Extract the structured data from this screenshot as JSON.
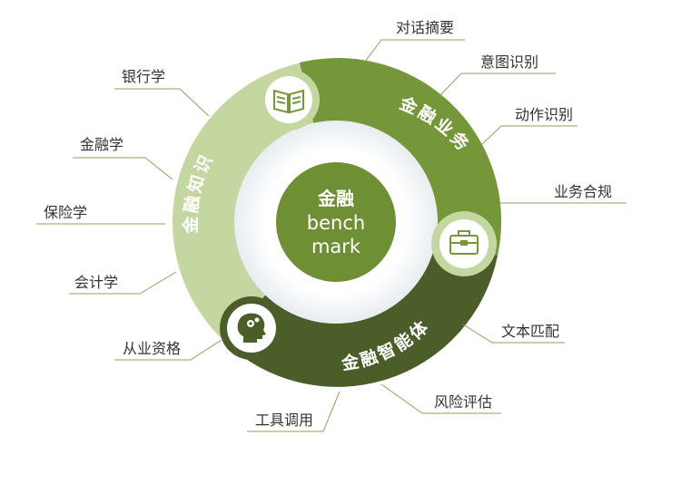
{
  "center": {
    "line1": "金融",
    "line2": "bench",
    "line3": "mark"
  },
  "segments": {
    "knowledge": "金融知识",
    "business": "金融业务",
    "agent": "金融智能体"
  },
  "labels": {
    "dialogue_summary": "对话摘要",
    "intent_recognition": "意图识别",
    "action_recognition": "动作识别",
    "compliance": "业务合规",
    "text_matching": "文本匹配",
    "risk_assessment": "风险评估",
    "tool_calling": "工具调用",
    "qualification": "从业资格",
    "accounting": "会计学",
    "insurance": "保险学",
    "finance": "金融学",
    "banking": "银行学"
  },
  "colors": {
    "knowledge": "#c5d7a0",
    "business": "#76963a",
    "agent": "#4b5e29",
    "center": "#6f8f34",
    "line": "#8aa35c"
  },
  "icons": {
    "knowledge": "book-icon",
    "business": "briefcase-icon",
    "agent": "head-gears-icon"
  }
}
